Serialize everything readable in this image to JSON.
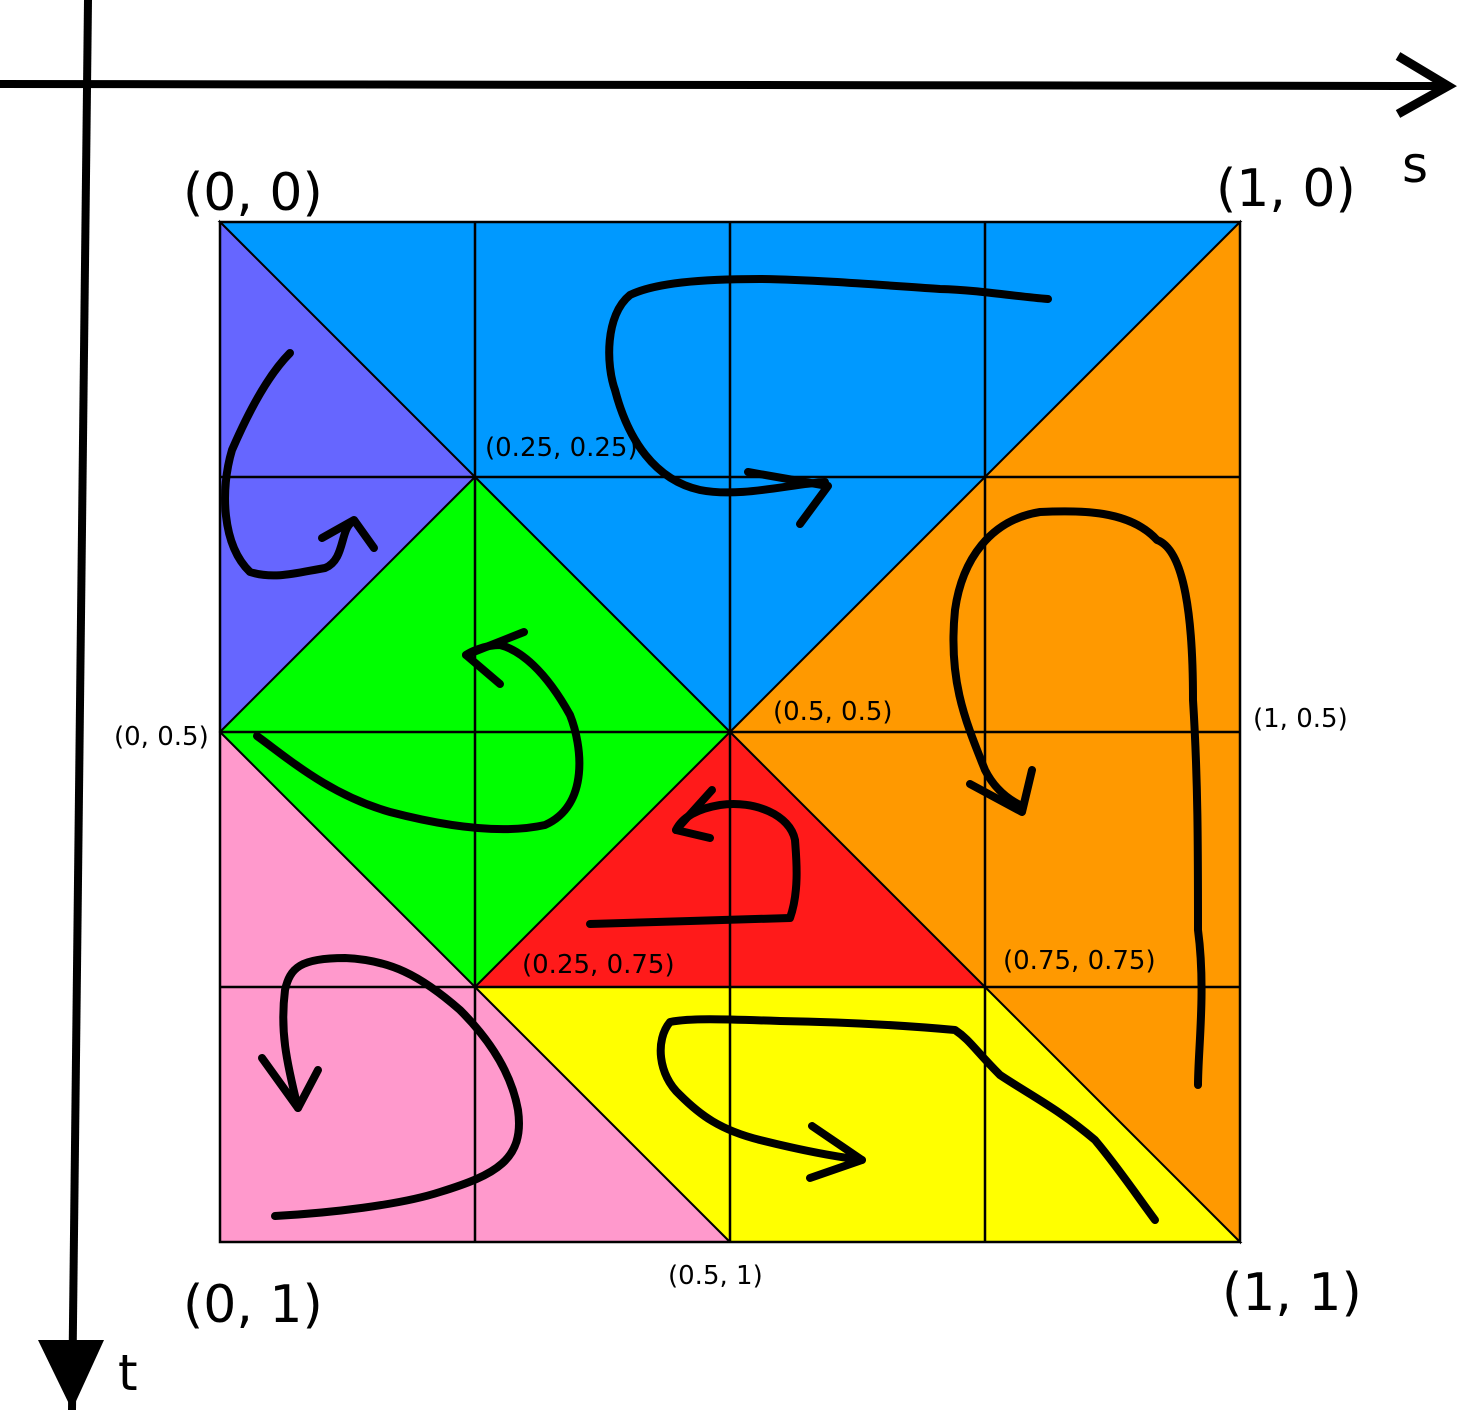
{
  "axes": {
    "s_label": "s",
    "t_label": "t"
  },
  "corners": {
    "top_left": "(0, 0)",
    "top_right": "(1, 0)",
    "bottom_left": "(0, 1)",
    "bottom_right": "(1, 1)"
  },
  "points": {
    "p_025_025": "(0.25, 0.25)",
    "p_0_05": "(0, 0.5)",
    "p_05_05": "(0.5, 0.5)",
    "p_1_05": "(1, 0.5)",
    "p_025_075": "(0.25, 0.75)",
    "p_075_075": "(0.75, 0.75)",
    "p_05_1": "(0.5, 1)"
  },
  "regions": [
    {
      "name": "blue-region",
      "color": "#0099ff"
    },
    {
      "name": "purple-region",
      "color": "#6666ff"
    },
    {
      "name": "orange-region",
      "color": "#ff9900"
    },
    {
      "name": "green-region",
      "color": "#00ff00"
    },
    {
      "name": "red-region",
      "color": "#ff1a1a"
    },
    {
      "name": "pink-region",
      "color": "#ff99cc"
    },
    {
      "name": "yellow-region",
      "color": "#ffff00"
    }
  ]
}
